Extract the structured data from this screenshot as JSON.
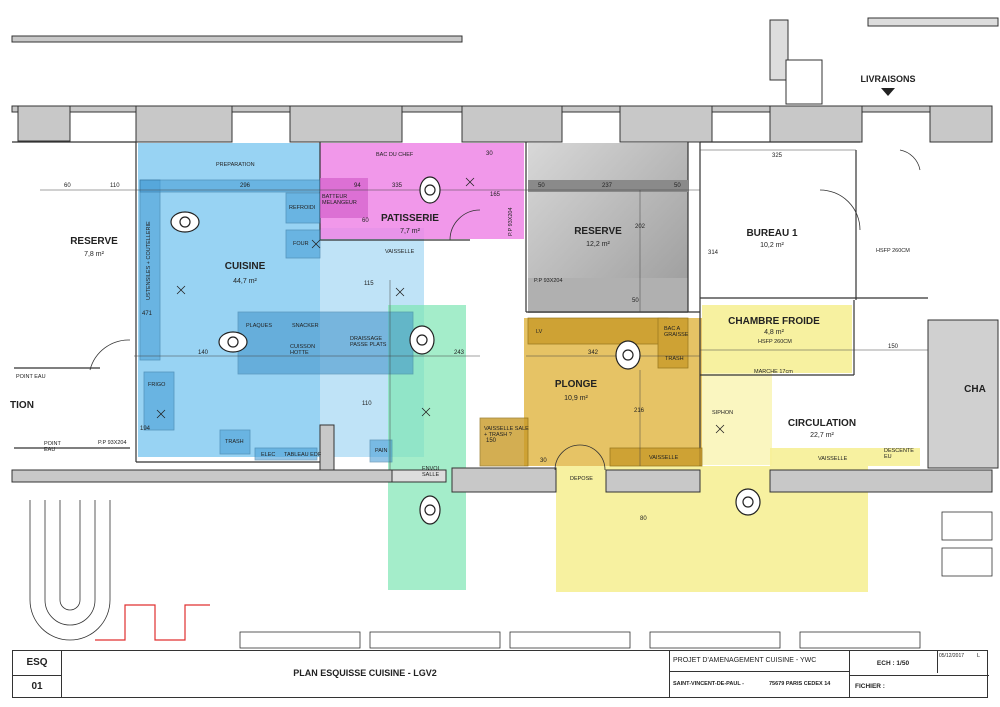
{
  "rooms": {
    "reserve_left": {
      "name": "RESERVE",
      "area": "7,8 m²"
    },
    "cuisine": {
      "name": "CUISINE",
      "area": "44,7 m²"
    },
    "patisserie": {
      "name": "PATISSERIE",
      "area": "7,7 m²"
    },
    "reserve": {
      "name": "RESERVE",
      "area": "12,2 m²"
    },
    "bureau": {
      "name": "BUREAU 1",
      "area": "10,2 m²"
    },
    "chambre_froide": {
      "name": "CHAMBRE FROIDE",
      "area": "4,8 m²"
    },
    "plonge": {
      "name": "PLONGE",
      "area": "10,9 m²"
    },
    "circulation": {
      "name": "CIRCULATION",
      "area": "22,7 m²"
    },
    "left_cut": "TION",
    "right_cut": "CHA"
  },
  "labels": {
    "livraisons": "LIVRAISONS",
    "preparation": "PREPARATION",
    "refroidi": "REFROIDI",
    "four": "FOUR",
    "frigo": "FRIGO",
    "trash": "TRASH",
    "elec": "ELEC",
    "tableau_edf": "TABLEAU EDF",
    "pain": "PAIN",
    "plaques": "PLAQUES",
    "snacker": "SNACKER",
    "cuisson_hotte": "CUISSON\nHOTTE",
    "dressage": "DRAISSAGE\nPASSE PLATS",
    "ustensiles": "USTENSILES + COUTELLERIE",
    "point_eau_1": "POINT EAU",
    "point_eau_2": "POINT\nEAU",
    "pp_left": "P.P 93X204",
    "bac_chef": "BAC DU CHEF",
    "batteur": "BATTEUR\nMELANGEUR",
    "vaisselle_1": "VAISSELLE",
    "pp_pat": "P.P 93X204",
    "pp_res": "P.P 93X204",
    "hsfp_1": "HSFP 260CM",
    "hsfp_2": "HSFP 260CM",
    "lv": "LV",
    "bac_graisse": "BAC A\nGRAISSE",
    "trash_2": "TRASH",
    "vaisselle_sale": "VAISSELLE  SALE\n+ TRASH ?",
    "vaisselle_2": "VAISSELLE",
    "depose": "DEPOSE",
    "siphon": "SIPHON",
    "marche": "MARCHE 17cm",
    "vaisselle_3": "VAISSELLE",
    "descente": "DESCENTE\nEU",
    "envoi": "ENVOI\nSALLE"
  },
  "dimensions": [
    "60",
    "110",
    "296",
    "94",
    "335",
    "30",
    "50",
    "237",
    "50",
    "325",
    "60",
    "50",
    "202",
    "314",
    "471",
    "140",
    "243",
    "342",
    "150",
    "115",
    "110",
    "194",
    "216",
    "30",
    "150",
    "165",
    "80"
  ],
  "titleblock": {
    "code": "ESQ",
    "number": "01",
    "title": "PLAN ESQUISSE CUISINE - LGV2",
    "project": "PROJET D'AMENAGEMENT CUISINE - YWC",
    "address_1": "SAINT-VINCENT-DE-PAUL -",
    "address_2": "75679 PARIS CEDEX 14",
    "scale": "ECH : 1/50",
    "file": "FICHIER :",
    "date": "05/12/2017",
    "revision": "L"
  },
  "colors": {
    "cuisine": "#7ec8f0",
    "patisserie": "#ef86e6",
    "reserve": "#a8a8a8",
    "plonge": "#e2b84a",
    "yellow_zone": "#f6f096",
    "green_zone": "#7ee6b4",
    "wall": "#c8c8c8",
    "door_red": "#e03030"
  }
}
